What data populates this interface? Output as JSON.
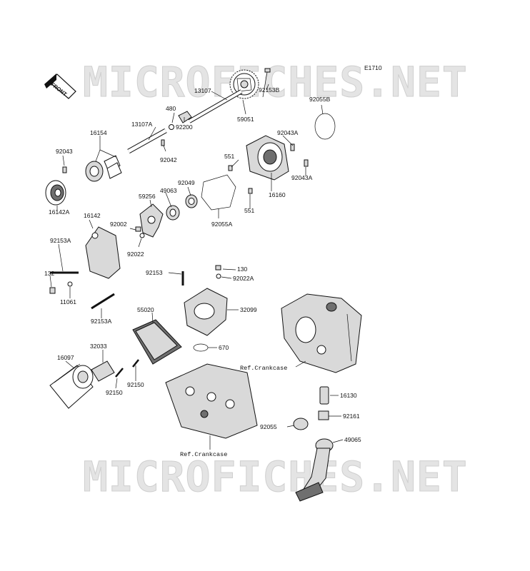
{
  "diagram_code": "E1710",
  "watermark_text": "MICROFICHES.NET",
  "front_badge": "FRONT",
  "part_labels": [
    "13107",
    "92153B",
    "480",
    "92200",
    "13107A",
    "59051",
    "92055B",
    "16154",
    "92043",
    "92042",
    "92043A",
    "551",
    "92049",
    "49063",
    "59256",
    "92043A",
    "16160",
    "16142A",
    "16142",
    "92002",
    "92022",
    "551",
    "92055A",
    "92153A",
    "132",
    "11061",
    "92153",
    "130",
    "92022A",
    "92153A",
    "55020",
    "32099",
    "670",
    "16097",
    "32033",
    "92150",
    "92150",
    "16130",
    "92161",
    "92055",
    "49065"
  ],
  "reference_labels": [
    "Ref.Crankcase",
    "Ref.Crankcase"
  ],
  "colors": {
    "line": "#111111",
    "watermark": "#e4e4e4",
    "background": "#ffffff"
  }
}
